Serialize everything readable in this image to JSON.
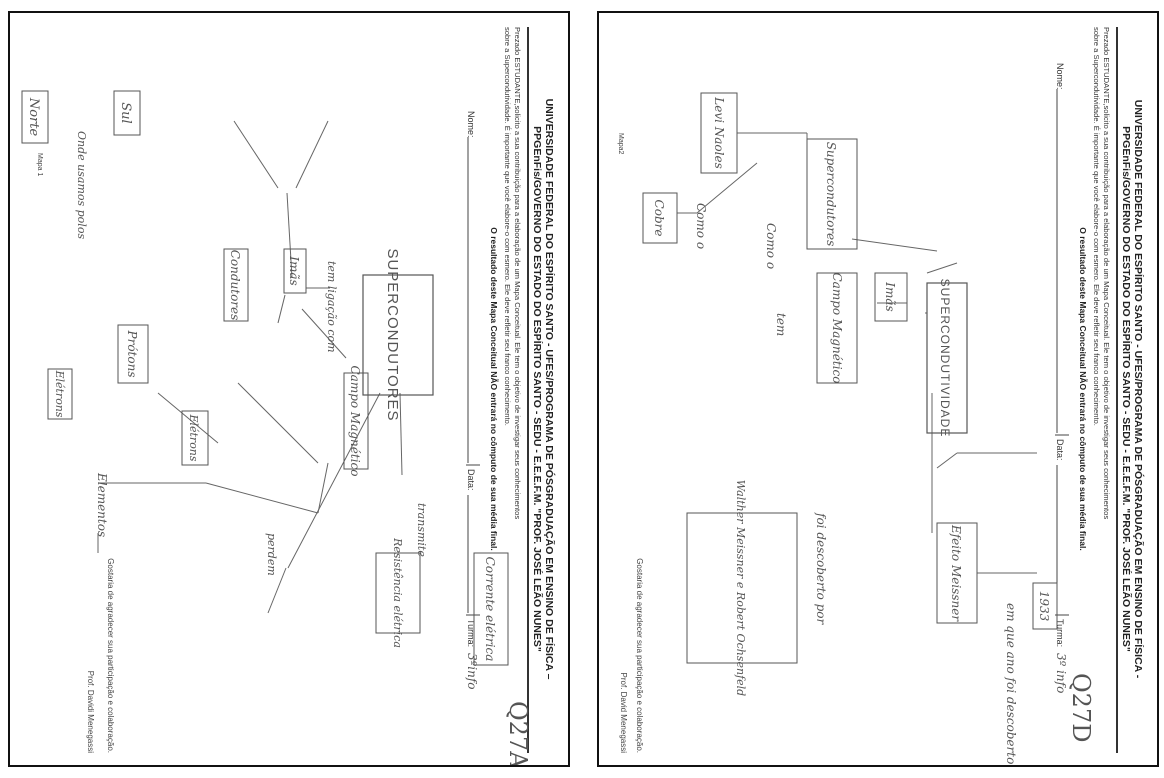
{
  "map1": {
    "header": {
      "university": "UNIVERSIDADE FEDERAL DO ESPÍRITO SANTO - UFES/PROGRAMA DE PÓSGRADUAÇÃO EM ENSINO DE FÍSICA –",
      "program": "PPGEnFis/GOVERNO DO ESTADO DO ESPÍRITO SANTO - SEDU - E.E.E.F.M. \"PROF. JOSÉ LEÃO NUNES\"",
      "intro1": "Prezado ESTUDANTE,solicito a sua contribuição para a elaboração de um Mapa Conceitual. Ele tem o objetivo de investigar seus conhecimentos",
      "intro2": "sobre a Supercondutividade. É importante que você elabore-o com esmero. Ele deve refletir seu franco conhecimento.",
      "note": "O resultado deste Mapa Conceitual NÃO entrará no cômputo de sua média final.",
      "name_label": "Nome:",
      "date_label": "Data:",
      "class_label": "Turma:",
      "class_value": "3ºinfo"
    },
    "code": "Q27A",
    "label": "Mapa 1",
    "thanks": "Gostaria de agradecer sua participação e colaboração.",
    "signature": "Prof. Davidi Menegassi",
    "nodes": {
      "central": "SUPERCONDUTORES",
      "imas": "Imãs",
      "norte": "Norte",
      "sul": "Sul",
      "condutores": "Condutores",
      "campo": "Campo Magnético",
      "corrente": "Corrente elétrica",
      "resistencia": "Resistência elétrica",
      "protons": "Prótons",
      "eletrons_box": "Elétrons",
      "eletrons2": "Elétrons",
      "elementos": "Elementos"
    },
    "links": {
      "polos": "Onde usamos polos",
      "tem": "tem ligação com",
      "transmite": "transmite",
      "perdem": "perdem"
    }
  },
  "map2": {
    "header": {
      "university": "UNIVERSIDADE FEDERAL DO ESPÍRITO SANTO - UFES/PROGRAMA DE PÓSGRADUAÇÃO EM ENSINO DE FÍSICA -",
      "program": "PPGEnFis/GOVERNO DO ESTADO DO ESPÍRITO SANTO - SEDU - E.E.E.F.M. \"PROF. JOSÉ LEÃO NUNES\"",
      "intro1": "Prezado ESTUDANTE,solicito a sua contribuição para a elaboração de um Mapa Conceitual. Ele tem o objetivo de investigar seus conhecimentos",
      "intro2": "sobre a Supercondutividade. É importante que você elabore-o com esmero. Ele deve refletir seu franco conhecimento.",
      "note": "O resultado deste Mapa Conceitual NÃO entrará no cômputo de sua média final.",
      "name_label": "Nome:",
      "date_label": "Data:",
      "class_label": "Turma:",
      "class_value": "3º info"
    },
    "code": "Q27D",
    "label": "Mapa2",
    "thanks": "Gostaria de agradecer sua participação e colaboração.",
    "signature": "Prof. David Menegassi",
    "nodes": {
      "central": "SUPERCONDUTIVIDADE",
      "supercondutores": "Supercondutores",
      "imas": "Imãs",
      "campo": "Campo Magnético",
      "efeito": "Efeito Meissner",
      "levi": "Levi Naoles",
      "cobre": "Cobre",
      "ano": "1933",
      "pessoas": "Walther Meissner e Robert Ochsenfeld"
    },
    "links": {
      "como1": "Como o",
      "como2": "Como o",
      "tem": "tem",
      "descoberto": "foi descoberto por",
      "pergunta": "em que ano foi descoberto?"
    }
  }
}
